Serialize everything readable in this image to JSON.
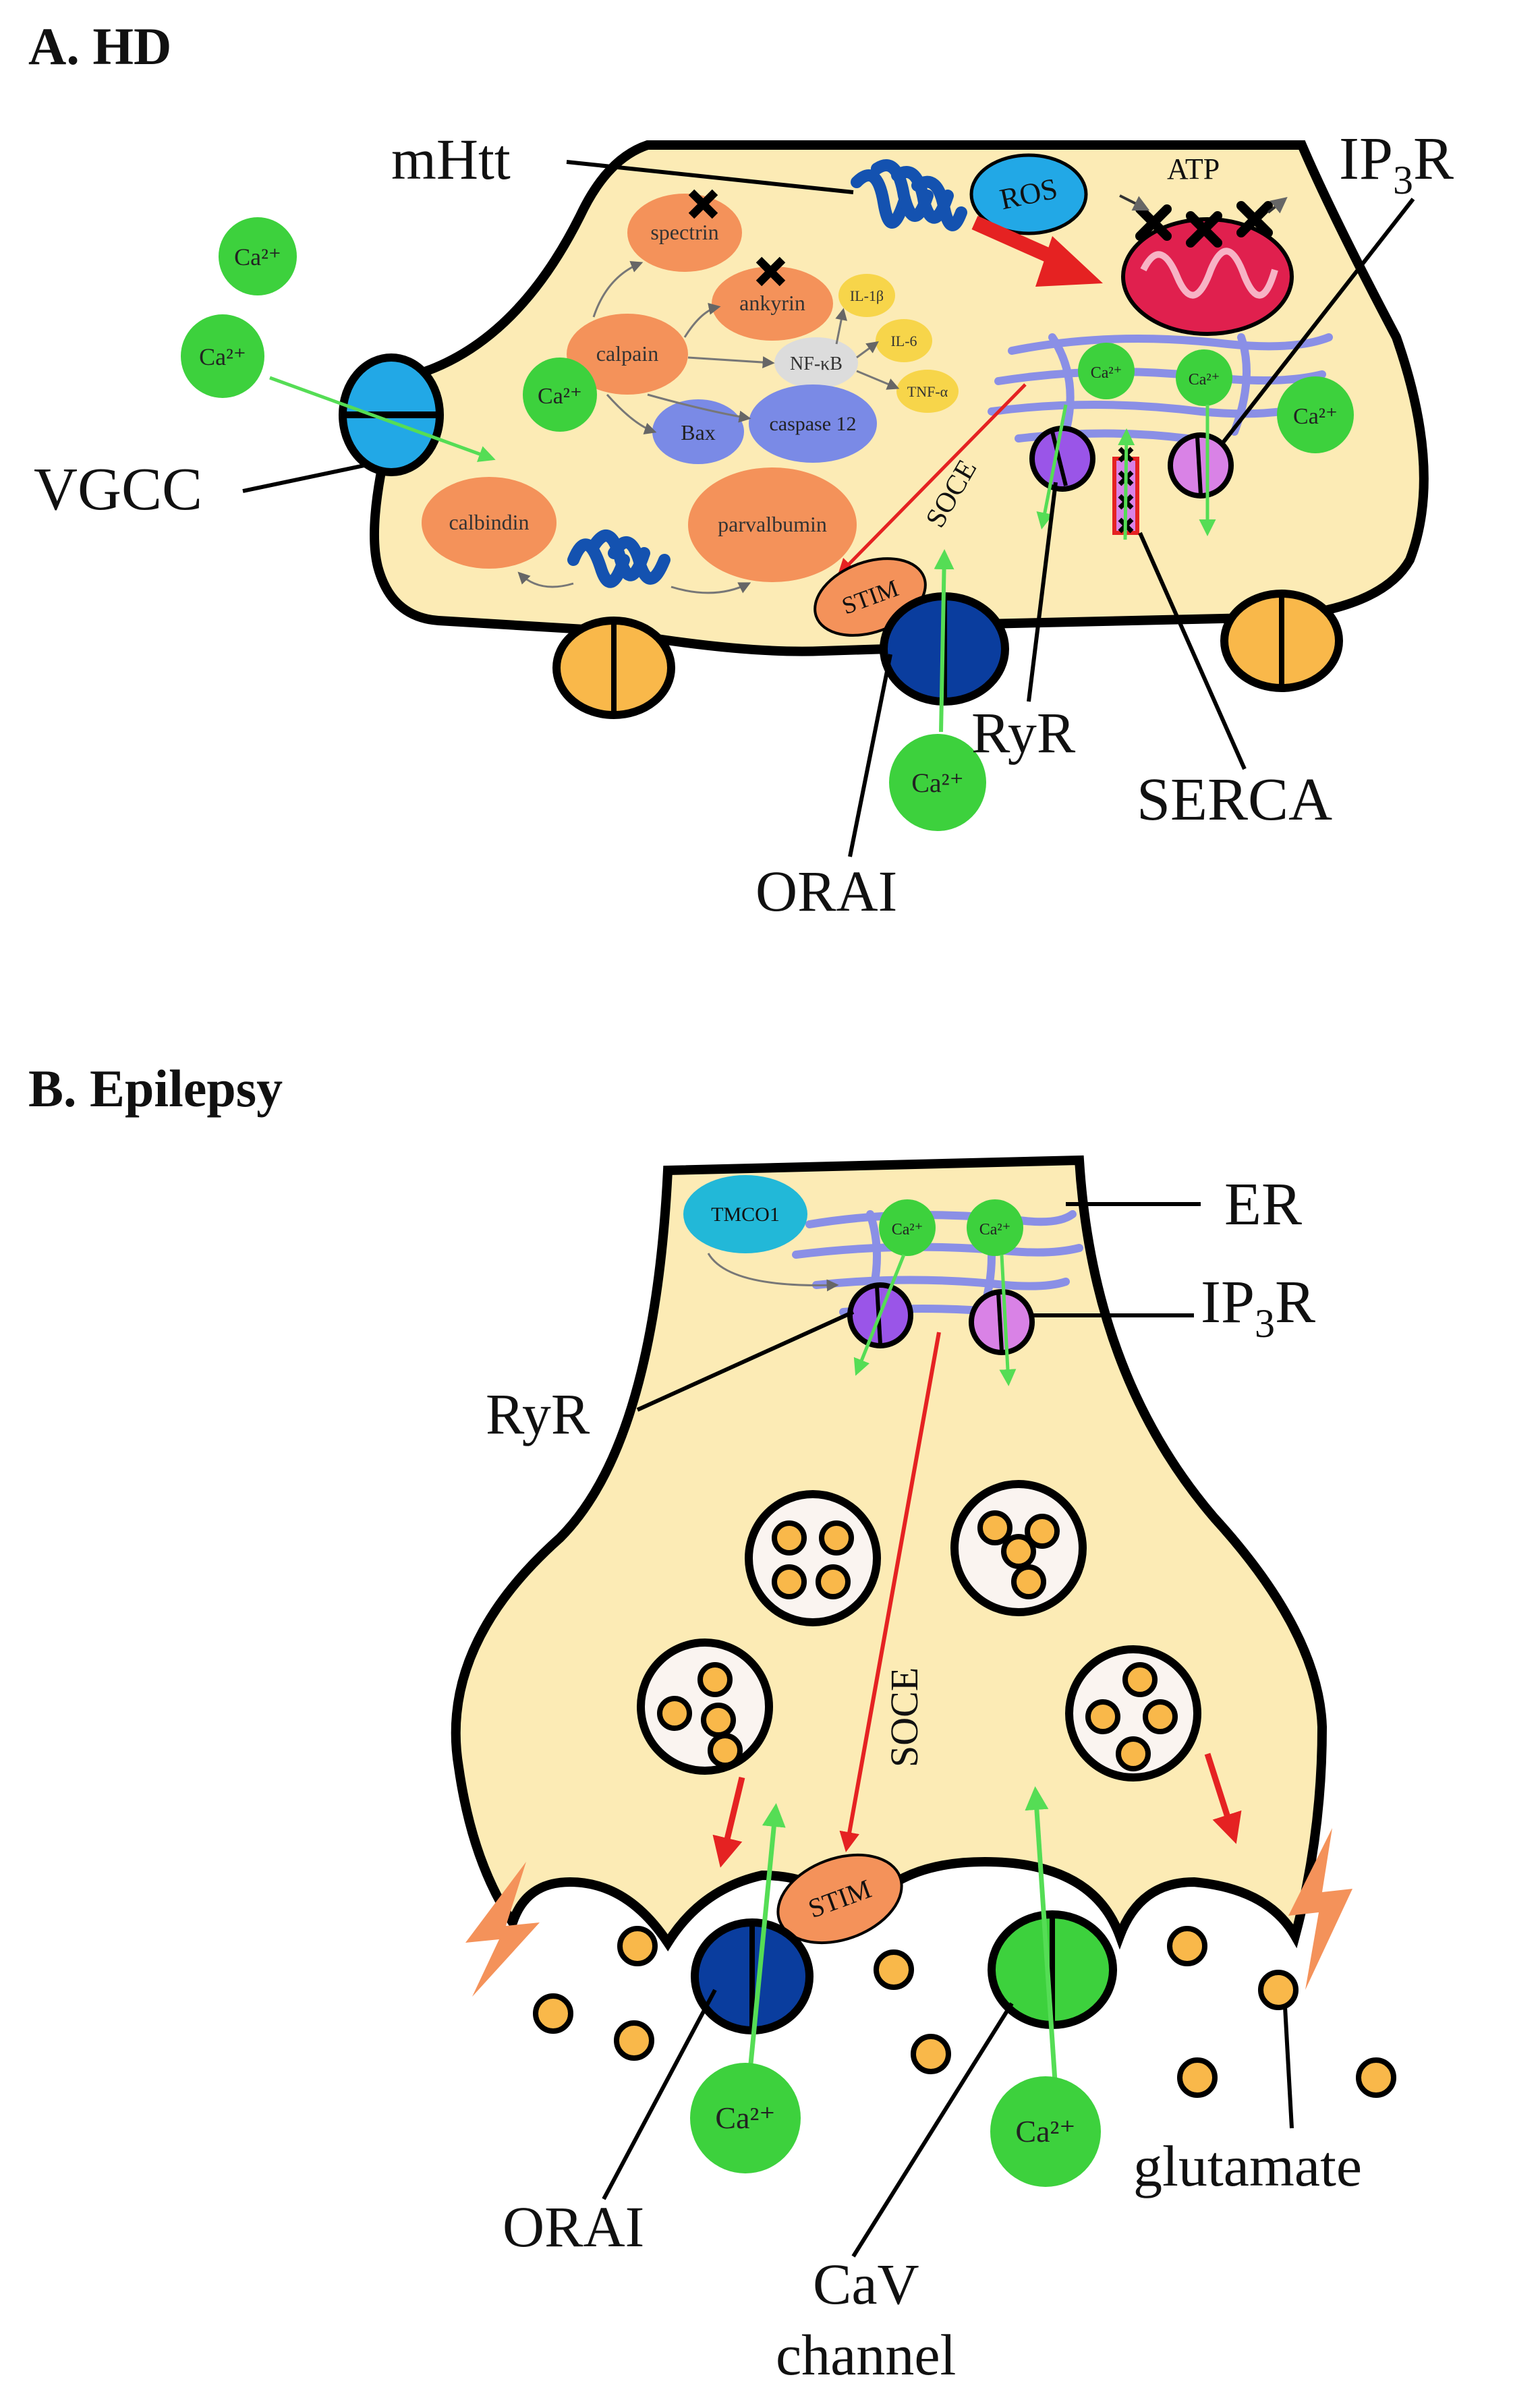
{
  "panel_a": {
    "title": "A. HD",
    "labels": {
      "mhtt": "mHtt",
      "ip3r": "IP",
      "ip3r_sub": "3",
      "ip3r_tail": "R",
      "vgcc": "VGCC",
      "ryr": "RyR",
      "serca": "SERCA",
      "orai": "ORAI",
      "atp": "ATP",
      "soce": "SOCE"
    },
    "nodes": {
      "spectrin": "spectrin",
      "ankyrin": "ankyrin",
      "calpain": "calpain",
      "nfkb": "NF-κB",
      "bax": "Bax",
      "caspase12": "caspase 12",
      "il1b": "IL-1β",
      "il6": "IL-6",
      "tnfa": "TNF-α",
      "calbindin": "calbindin",
      "parvalbumin": "parvalbumin",
      "stim": "STIM",
      "ros": "ROS"
    },
    "ion": "Ca²⁺"
  },
  "panel_b": {
    "title": "B. Epilepsy",
    "labels": {
      "er": "ER",
      "ip3r": "IP",
      "ip3r_sub": "3",
      "ip3r_tail": "R",
      "ryr": "RyR",
      "soce": "SOCE",
      "orai": "ORAI",
      "cav_1": "CaV",
      "cav_2": "channel",
      "glutamate": "glutamate"
    },
    "nodes": {
      "tmco1": "TMCO1",
      "stim": "STIM"
    },
    "ion": "Ca²⁺"
  },
  "colors": {
    "cytoplasm": "#fcebb5",
    "ca_green": "#3dd13d",
    "calcium_arrow": "#55dd55",
    "red_arrow": "#e52222",
    "orange_node": "#f4925a",
    "er_blue": "#8a8fe6",
    "orai_blue": "#0a3d9e",
    "channel_orange": "#f9b84a",
    "mhtt_blue": "#1452b0",
    "ros_blue": "#22a8e6",
    "mito_red": "#e0204e",
    "purple_ryr": "#9a55e8",
    "pink_ip3r": "#d982e6",
    "bax_blue": "#7a8ae6"
  }
}
